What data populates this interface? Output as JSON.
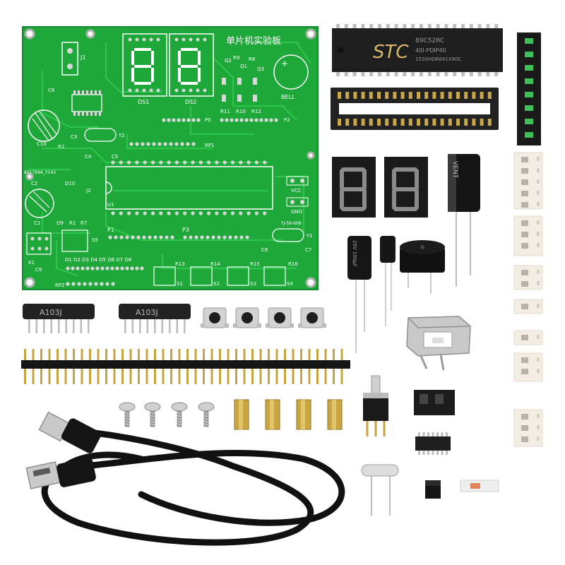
{
  "colors": {
    "pcb": "#1fa83a",
    "pcb_trace": "#2dc44b",
    "silk": "#ffffff",
    "ic_body": "#1e1e1e",
    "socket": "#222222",
    "pad": "#d8d8d8",
    "gold": "#caa640",
    "tape": "#f4ede4",
    "cable": "#111111"
  },
  "board": {
    "title": "单片机实验板",
    "labels": {
      "j1": "J1",
      "c6": "C6",
      "ds1": "DS1",
      "ds2": "DS2",
      "bell": "BELL",
      "q2": "Q2",
      "q1": "Q1",
      "q3": "Q3",
      "r9": "R9",
      "r8": "R8",
      "r11": "R11",
      "r10": "R10",
      "r12": "R12",
      "p0": "P0",
      "p2": "P2",
      "c10": "C10",
      "c3": "C3",
      "y2": "Y2",
      "r2": "R2",
      "c4": "C4",
      "c5": "C5",
      "rp1": "RP1",
      "model": "801769A_Y143",
      "c2": "C2",
      "d10": "D10",
      "j2": "J2",
      "u1": "U1",
      "vcc": "VCC",
      "gnd": "GND",
      "c1": "C1",
      "d9": "D9",
      "r1": "R1",
      "r7": "R7",
      "tj": "TJ-56-608",
      "y1": "Y1",
      "p1": "P1",
      "p3": "P3",
      "s5": "S5",
      "c8": "C8",
      "c7": "C7",
      "k1": "K1",
      "d1_8": "D1 D2 D3 D4 D5 D6 D7 D8",
      "r13": "R13",
      "r14": "R14",
      "r15": "R15",
      "r16": "R16",
      "c9": "C9",
      "rp2": "RP2",
      "s1": "S1",
      "s2": "S2",
      "s3": "S3",
      "s4": "S4"
    }
  },
  "chip": {
    "brand": "STC",
    "line1": "89C52RC",
    "line2": "40I-PDIP40",
    "line3": "1530HDR641X90C"
  },
  "resistor_networks": [
    {
      "marking": "A103J"
    },
    {
      "marking": "A103J"
    }
  ],
  "capacitor_large": {
    "text": "VENT"
  },
  "capacitor_small": {
    "text": "25V 100μF"
  }
}
